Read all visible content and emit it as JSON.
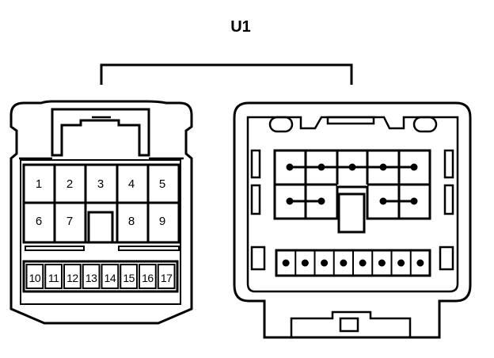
{
  "title": "U1",
  "left_connector": {
    "upper_pins": [
      "1",
      "2",
      "3",
      "4",
      "5"
    ],
    "middle_pins": [
      "6",
      "7",
      "8",
      "9"
    ],
    "lower_pins": [
      "10",
      "11",
      "12",
      "13",
      "14",
      "15",
      "16",
      "17"
    ]
  },
  "right_connector": {
    "upper_row_dots": 5,
    "middle_row_dots": 4,
    "bottom_row_dots": 8
  },
  "colors": {
    "line": "#000000",
    "background": "#ffffff"
  }
}
